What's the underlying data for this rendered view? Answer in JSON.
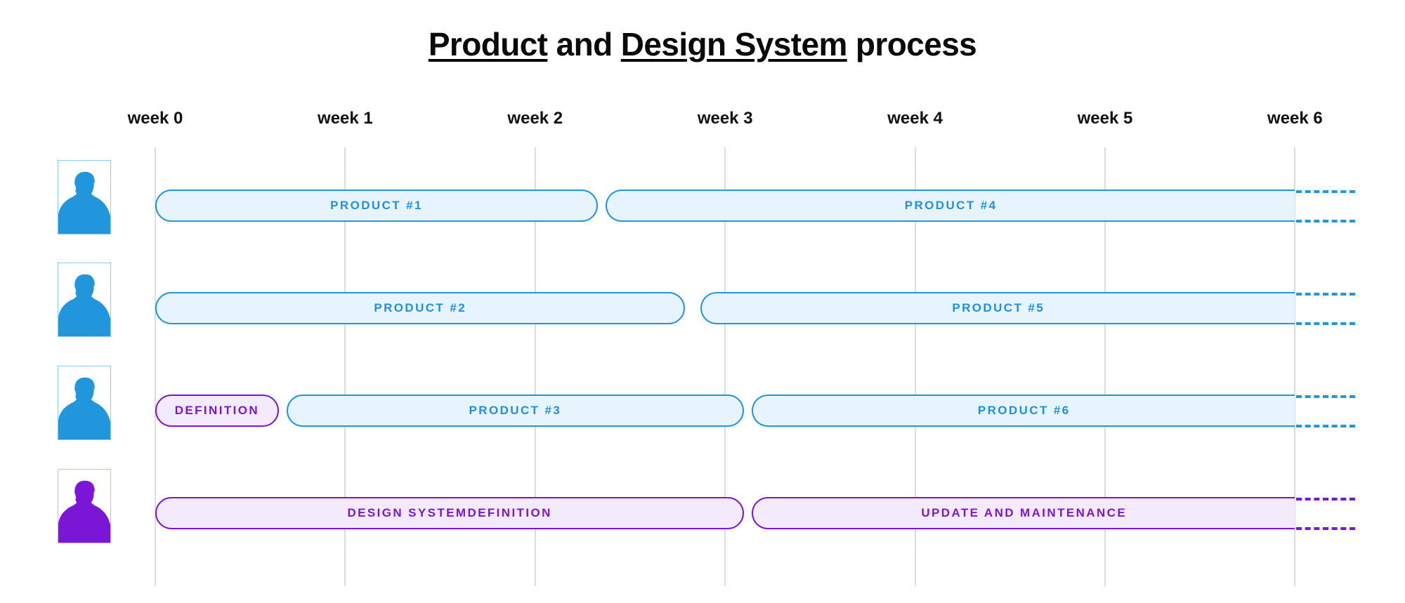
{
  "title": {
    "part1": "Product",
    "part2": " and ",
    "part3": "Design System",
    "part4": " process",
    "full": "Product and Design System process"
  },
  "timeline": {
    "week_labels": [
      "week 0",
      "week 1",
      "week 2",
      "week 3",
      "week 4",
      "week 5",
      "week 6"
    ],
    "colors": {
      "blue_stroke": "#2196dc",
      "blue_fill": "#e8f4fd",
      "blue_text": "#1e90e0",
      "purple_stroke": "#7b16d6",
      "purple_fill": "#f3eafc",
      "purple_text": "#7b16d6",
      "gridline": "#dcdcdc",
      "avatar_blue": "#2196dc",
      "avatar_purple": "#7b16d6"
    }
  },
  "rows": [
    {
      "avatar": "person-avatar-blue",
      "bars": [
        {
          "label": "PRODUCT #1",
          "color": "blue",
          "start_week": 0.0,
          "end_week": 2.33,
          "continues": false
        },
        {
          "label": "PRODUCT #4",
          "color": "blue",
          "start_week": 2.37,
          "end_week": 6.0,
          "continues": true
        }
      ]
    },
    {
      "avatar": "person-avatar-blue",
      "bars": [
        {
          "label": "PRODUCT #2",
          "color": "blue",
          "start_week": 0.0,
          "end_week": 2.79,
          "continues": false
        },
        {
          "label": "PRODUCT #5",
          "color": "blue",
          "start_week": 2.87,
          "end_week": 6.0,
          "continues": true
        }
      ]
    },
    {
      "avatar": "person-avatar-blue",
      "bars": [
        {
          "label": "DEFINITION",
          "color": "purple",
          "start_week": 0.0,
          "end_week": 0.65,
          "continues": false
        },
        {
          "label": "PRODUCT #3",
          "color": "blue",
          "start_week": 0.69,
          "end_week": 3.1,
          "continues": false
        },
        {
          "label": "PRODUCT #6",
          "color": "blue",
          "start_week": 3.14,
          "end_week": 6.0,
          "continues": true
        }
      ]
    },
    {
      "avatar": "person-avatar-purple",
      "bars": [
        {
          "label": "DESIGN SYSTEMDEFINITION",
          "color": "purple",
          "start_week": 0.0,
          "end_week": 3.1,
          "continues": false
        },
        {
          "label": "UPDATE AND MAINTENANCE",
          "color": "purple",
          "start_week": 3.14,
          "end_week": 6.0,
          "continues": true
        }
      ]
    }
  ]
}
